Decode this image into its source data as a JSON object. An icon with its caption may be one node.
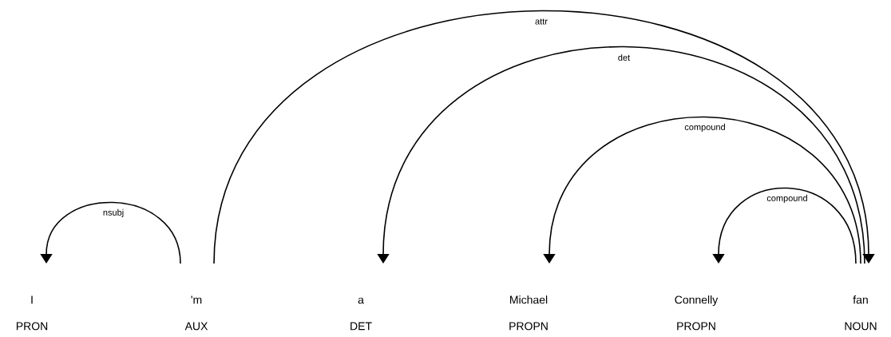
{
  "diagram": {
    "nodes": [
      {
        "text": [
          "I",
          "PRON"
        ]
      },
      {
        "text": [
          "'m",
          "AUX"
        ]
      },
      {
        "text": [
          "a",
          "DET"
        ]
      },
      {
        "text": [
          "Michael",
          "PROPN"
        ]
      },
      {
        "text": [
          "Connelly",
          "PROPN"
        ]
      },
      {
        "text": [
          "fan",
          "NOUN"
        ]
      }
    ],
    "edges": [
      {
        "from": 1,
        "to": 0,
        "arrow": "to",
        "label": "nsubj"
      },
      {
        "from": 1,
        "to": 5,
        "arrow": "to",
        "label": "attr"
      },
      {
        "from": 5,
        "to": 2,
        "arrow": "to",
        "label": "det"
      },
      {
        "from": 5,
        "to": 3,
        "arrow": "to",
        "label": "compound"
      },
      {
        "from": 5,
        "to": 4,
        "arrow": "to",
        "label": "compound"
      }
    ]
  }
}
